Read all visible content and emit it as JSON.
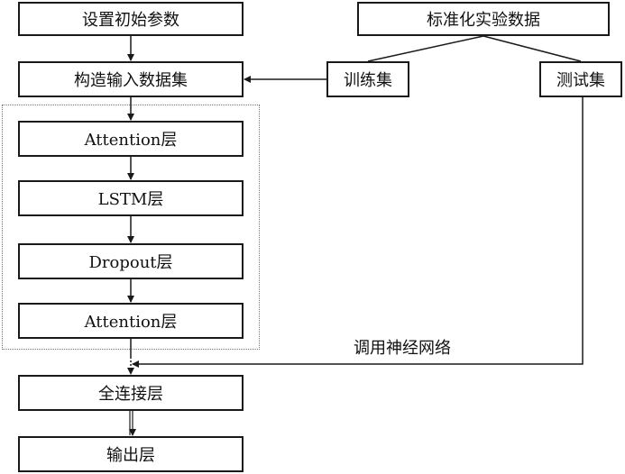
{
  "nodes": {
    "init_params": "设置初始参数",
    "build_dataset": "构造输入数据集",
    "attention_1": "Attention层",
    "lstm": "LSTM层",
    "dropout": "Dropout层",
    "attention_2": "Attention层",
    "fully_connected": "全连接层",
    "output": "输出层",
    "normalized_data": "标准化实验数据",
    "training_set": "训练集",
    "test_set": "测试集"
  },
  "edge_labels": {
    "invoke_network": "调用神经网络"
  }
}
